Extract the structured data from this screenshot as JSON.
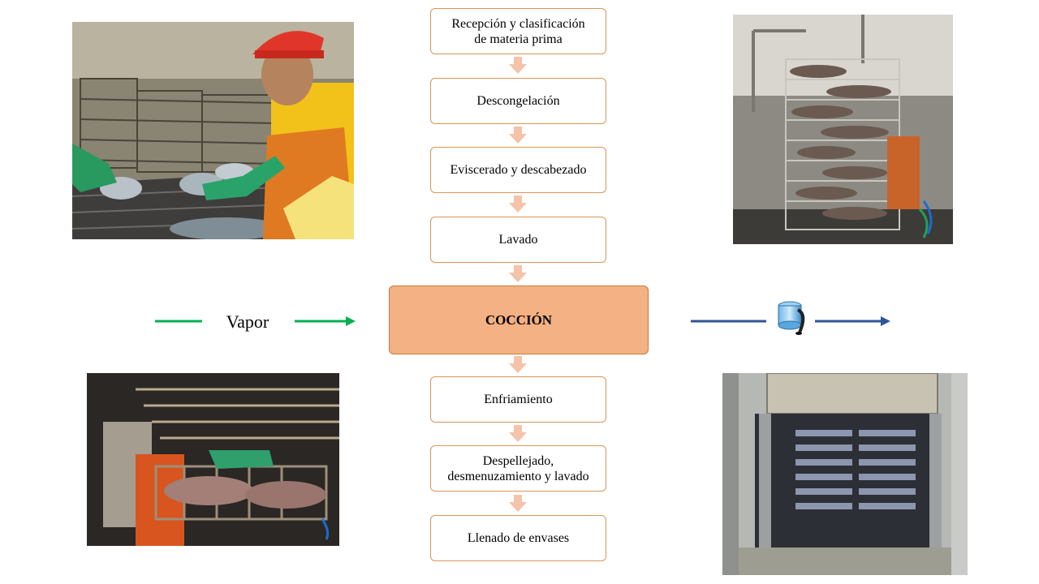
{
  "steps": [
    {
      "lines": [
        "Recepción y clasificación",
        "de materia prima"
      ]
    },
    {
      "lines": [
        "Descongelación"
      ]
    },
    {
      "lines": [
        "Eviscerado y descabezado"
      ]
    },
    {
      "lines": [
        "Lavado"
      ]
    },
    {
      "lines": [
        "Enfriamiento"
      ]
    },
    {
      "lines": [
        "Despellejado,",
        "desmenuzamiento y lavado"
      ]
    },
    {
      "lines": [
        "Llenado de envases"
      ]
    }
  ],
  "main_step": "COCCIÓN",
  "inputs": {
    "vapor": "Vapor"
  },
  "outputs": {
    "icon": "water-drain-icon"
  },
  "photos": [
    {
      "subject": "worker-handling-fish-photo"
    },
    {
      "subject": "fish-rack-cart-photo"
    },
    {
      "subject": "cooked-fish-in-rack-photo"
    },
    {
      "subject": "cooker-oven-with-racks-photo"
    }
  ],
  "colors": {
    "box_border": "#d9955a",
    "main_fill": "#f4b183",
    "arrow": "#f5c2aa",
    "vapor_line": "#00b050",
    "output_line": "#2f5597"
  }
}
